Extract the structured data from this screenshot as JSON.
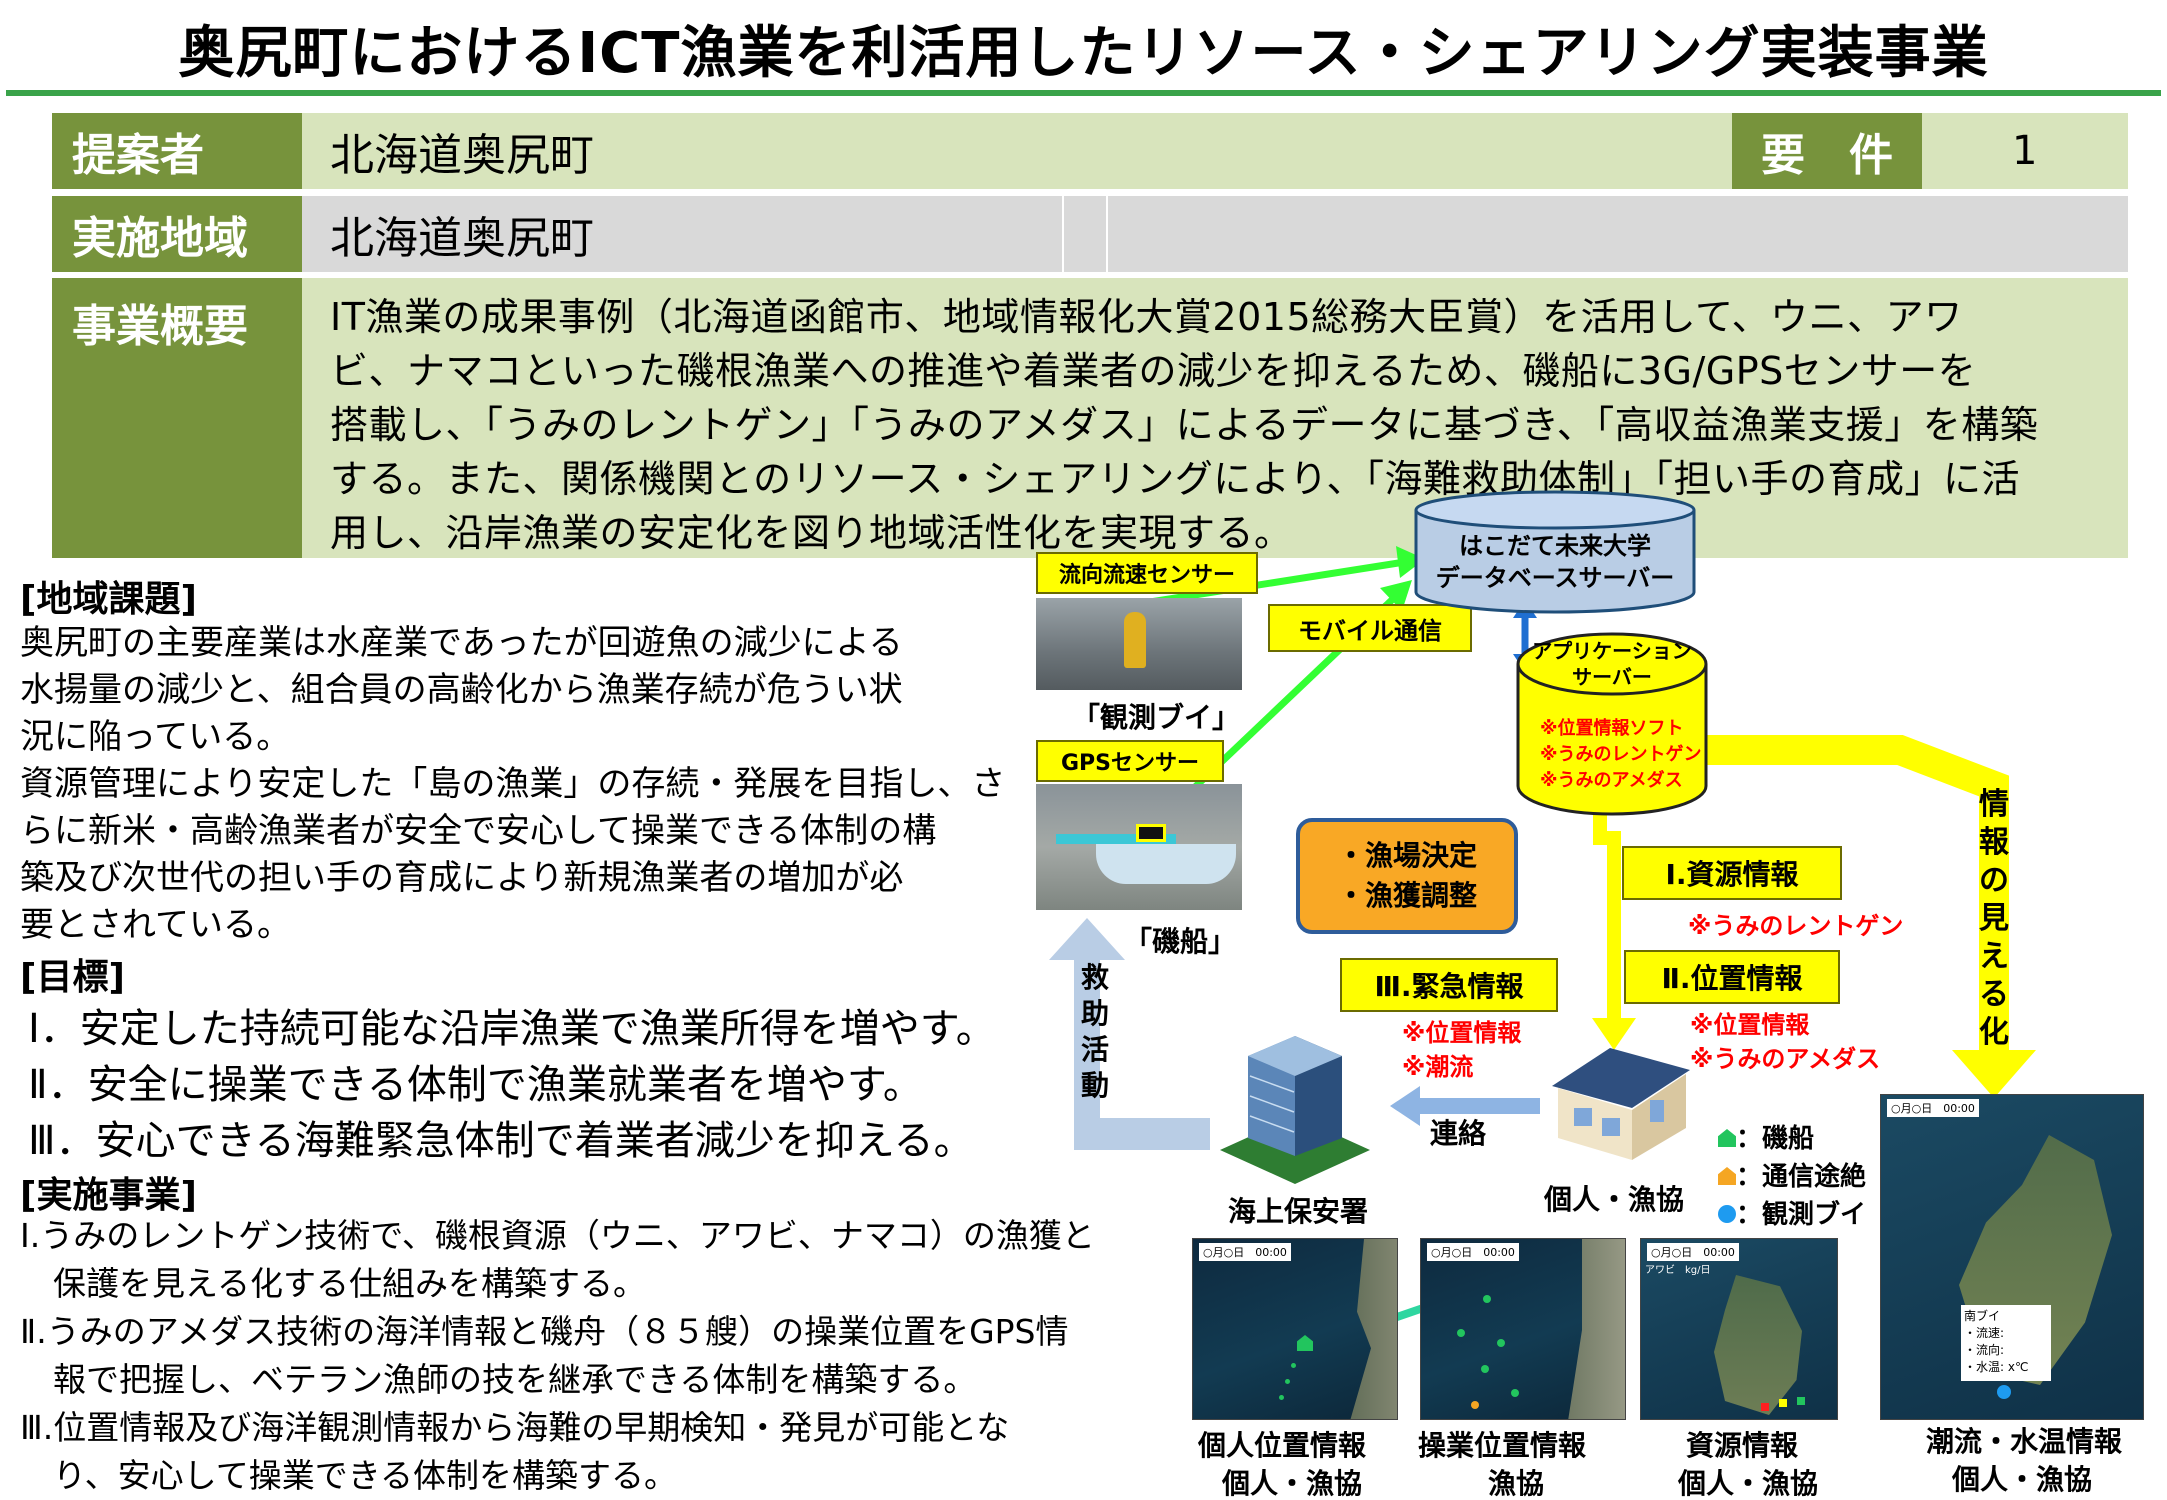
{
  "title": "奥尻町におけるICT漁業を利活用したリソース・シェアリング実装事業",
  "header": {
    "proposer_label": "提案者",
    "proposer_value": "北海道奥尻町",
    "requirement_label": "要　件",
    "requirement_value": "1",
    "area_label": "実施地域",
    "area_value": "北海道奥尻町",
    "summary_label": "事業概要",
    "summary_lines": [
      "IT漁業の成果事例（北海道函館市、地域情報化大賞2015総務大臣賞）を活用して、ウニ、アワ",
      "ビ、ナマコといった磯根漁業への推進や着業者の減少を抑えるため、磯船に3G/GPSセンサーを",
      "搭載し、「うみのレントゲン」「うみのアメダス」によるデータに基づき、「高収益漁業支援」を構築",
      "する。また、関係機関とのリソース・シェアリングにより、「海難救助体制」「担い手の育成」に活",
      "用し、沿岸漁業の安定化を図り地域活性化を実現する。"
    ]
  },
  "left": {
    "issue_heading": "[地域課題]",
    "issue_lines": [
      "奥尻町の主要産業は水産業であったが回遊魚の減少による",
      "水揚量の減少と、組合員の高齢化から漁業存続が危うい状",
      "況に陥っている。",
      "資源管理により安定した「島の漁業」の存続・発展を目指し、さ",
      "らに新米・高齢漁業者が安全で安心して操業できる体制の構",
      "築及び次世代の担い手の育成により新規漁業者の増加が必",
      "要とされている。"
    ],
    "goal_heading": "[目標]",
    "goals": [
      "Ⅰ．安定した持続可能な沿岸漁業で漁業所得を増やす。",
      "Ⅱ．安全に操業できる体制で漁業就業者を増やす。",
      "Ⅲ．安心できる海難緊急体制で着業者減少を抑える。"
    ],
    "impl_heading": "[実施事業]",
    "impl_lines": [
      "Ⅰ.うみのレントゲン技術で、磯根資源（ウニ、アワビ、ナマコ）の漁獲と",
      "　保護を見える化する仕組みを構築する。",
      "Ⅱ.うみのアメダス技術の海洋情報と磯舟（８５艘）の操業位置をGPS情",
      "　報で把握し、ベテラン漁師の技を継承できる体制を構築する。",
      "Ⅲ.位置情報及び海洋観測情報から海難の早期検知・発見が可能とな",
      "　り、安心して操業できる体制を構築する。"
    ]
  },
  "diagram": {
    "flow_sensor": "流向流速センサー",
    "buoy_caption": "「観測ブイ」",
    "gps_sensor": "GPSセンサー",
    "boat_caption": "「磯船」",
    "mobile": "モバイル通信",
    "db_server_lines": [
      "はこだて未来大学",
      "データベースサーバー"
    ],
    "app_server_lines": [
      "アプリケーション",
      "サーバー"
    ],
    "app_server_items": [
      "※位置情報ソフト",
      "※うみのレントゲン",
      "※うみのアメダス"
    ],
    "decision_lines": [
      "・漁場決定",
      "・漁獲調整"
    ],
    "resource_info": "Ⅰ.資源情報",
    "resource_note": "※うみのレントゲン",
    "position_info": "Ⅱ.位置情報",
    "position_notes": [
      "※位置情報",
      "※うみのアメダス"
    ],
    "emergency_info": "Ⅲ.緊急情報",
    "emergency_notes": [
      "※位置情報",
      "※潮流"
    ],
    "visualize": "情報の見える化",
    "rescue": "救助活動",
    "contact": "連絡",
    "coast_guard": "海上保安署",
    "individual_coop": "個人・漁協",
    "legend": [
      "：磯船",
      "：通信途絶",
      "：観測ブイ"
    ],
    "legend_colors": [
      "#22c55e",
      "#f5a623",
      "#1e9bf0"
    ],
    "maps": [
      {
        "tag": "○月○日　00:00",
        "caption": "個人位置情報",
        "sub": "個人・漁協"
      },
      {
        "tag": "○月○日　00:00",
        "caption": "操業位置情報",
        "sub": "漁協"
      },
      {
        "tag": "○月○日　00:00",
        "caption": "資源情報",
        "sub": "個人・漁協",
        "extra": "アワビ　kg/日"
      },
      {
        "tag": "○月○日　00:00",
        "caption": "潮流・水温情報",
        "sub": "個人・漁協",
        "panel": [
          "南ブイ",
          "・流速:",
          "・流向:",
          "・水温: x℃"
        ]
      }
    ]
  }
}
